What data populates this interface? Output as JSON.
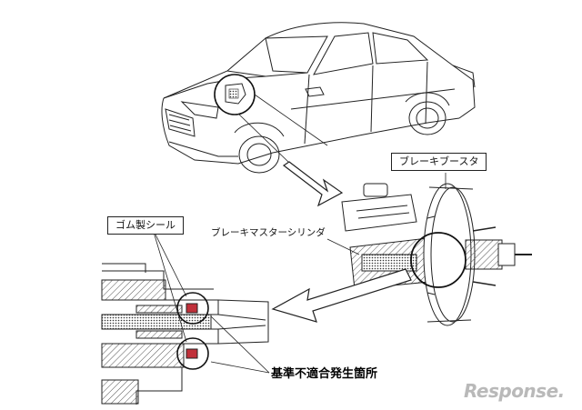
{
  "labels": {
    "brake_booster": "ブレーキブースタ",
    "master_cylinder": "ブレーキマスターシリンダ",
    "rubber_seal": "ゴム製シール",
    "nonconformity_location": "基準不適合発生箇所"
  },
  "watermark": {
    "text": "Response."
  },
  "colors": {
    "line": "#222222",
    "seal_accent": "#c0303a",
    "hatch": "#555555",
    "watermark": "#b9b9b9"
  }
}
